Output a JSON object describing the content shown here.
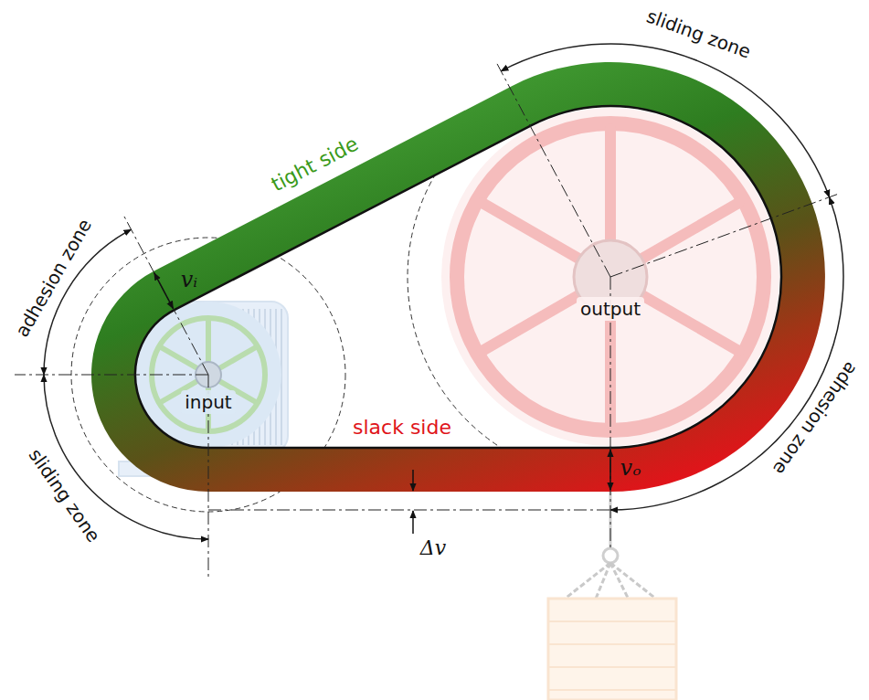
{
  "diagram": {
    "nodes": [
      {
        "text": [
          "input"
        ]
      },
      {
        "text": [
          "output"
        ]
      }
    ],
    "labels": [
      "sliding zone",
      "tight side",
      "adhesion zone",
      "vᵢ",
      "slack side",
      "vₒ",
      "Δv",
      "sliding zone",
      "adhesion zone"
    ]
  }
}
